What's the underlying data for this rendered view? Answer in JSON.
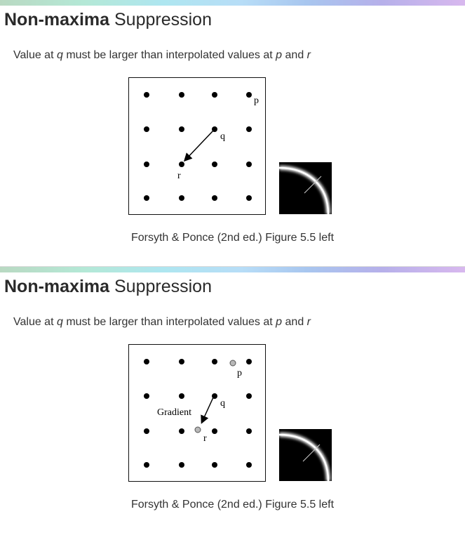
{
  "slides": [
    {
      "title_bold": "Non-maxima",
      "title_rest": " Suppression",
      "subtitle": {
        "t1": "Value at ",
        "q": "q",
        "t2": " must be larger than interpolated values at ",
        "p": "p",
        "t3": " and ",
        "r": "r"
      },
      "figure": {
        "label_p": "p",
        "label_q": "q",
        "label_r": "r",
        "label_gradient": ""
      },
      "caption": "Forsyth & Ponce (2nd ed.) Figure 5.5 left"
    },
    {
      "title_bold": "Non-maxima",
      "title_rest": " Suppression",
      "subtitle": {
        "t1": "Value at ",
        "q": "q",
        "t2": " must be larger than interpolated values at ",
        "p": "p",
        "t3": " and ",
        "r": "r"
      },
      "figure": {
        "label_p": "p",
        "label_q": "q",
        "label_r": "r",
        "label_gradient": "Gradient"
      },
      "caption": "Forsyth & Ponce (2nd ed.) Figure 5.5 left"
    }
  ],
  "colors": {
    "dot": "#000000",
    "interp_dot": "#b8b8b8",
    "thumb_bg": "#000000",
    "thumb_arc": "#ffffff"
  },
  "icons": [
    "edge-arc-thumbnail"
  ]
}
